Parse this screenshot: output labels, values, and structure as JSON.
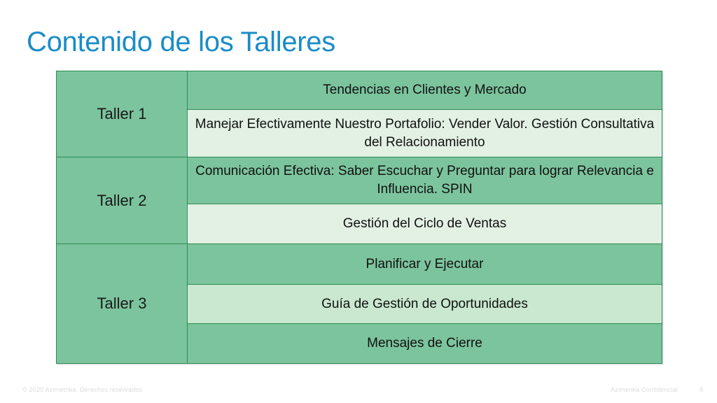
{
  "slide": {
    "title": "Contenido de los Talleres",
    "title_color": "#1a8cc8",
    "accent_border": "#2f8c55",
    "shade_dark": "#7cc49d",
    "shade_light": "#e2f1e4",
    "shade_mid": "#c9e8cf"
  },
  "table": {
    "groups": [
      {
        "label": "Taller 1",
        "rows": [
          {
            "text": "Tendencias en Clientes y Mercado",
            "shade": "dark"
          },
          {
            "text": "Manejar Efectivamente Nuestro Portafolio: Vender Valor. Gestión Consultativa del Relacionamiento",
            "shade": "light"
          }
        ]
      },
      {
        "label": "Taller 2",
        "rows": [
          {
            "text": "Comunicación Efectiva: Saber Escuchar y Preguntar para lograr Relevancia e Influencia.  SPIN",
            "shade": "dark"
          },
          {
            "text": "Gestión del Ciclo de Ventas",
            "shade": "light"
          }
        ]
      },
      {
        "label": "Taller 3",
        "rows": [
          {
            "text": "Planificar y Ejecutar",
            "shade": "dark"
          },
          {
            "text": "Guía de Gestión de Oportunidades",
            "shade": "mid"
          },
          {
            "text": "Mensajes de Cierre",
            "shade": "dark"
          }
        ]
      }
    ]
  },
  "footer": {
    "copyright": "© 2020 Azimetrika.  Derechos reservados",
    "confidential": "Azimerika Confidencial",
    "page_number": "4"
  }
}
